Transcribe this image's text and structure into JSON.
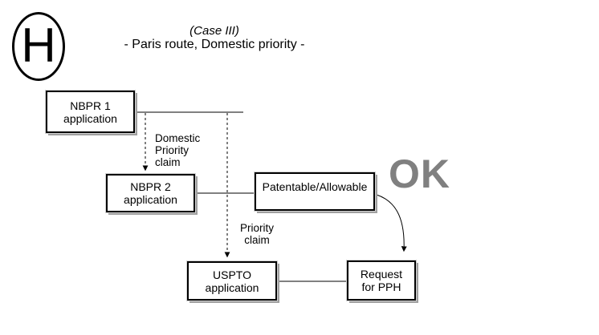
{
  "badge": {
    "letter": "H"
  },
  "title": {
    "case_line": "(Case III)",
    "subtitle": "- Paris route, Domestic priority -"
  },
  "boxes": {
    "nbpr1": "NBPR 1\napplication",
    "nbpr2": "NBPR 2\napplication",
    "patentable": "Patentable/Allowable",
    "uspto": "USPTO\napplication",
    "pph": "Request\nfor PPH"
  },
  "labels": {
    "domestic_priority_claim": "Domestic\nPriority\nclaim",
    "priority_claim": "Priority\nclaim",
    "ok": "OK"
  },
  "colors": {
    "line": "#000000",
    "ok_text": "#808080",
    "box_border": "#000000",
    "box_shadow": "#a0a0a0"
  }
}
